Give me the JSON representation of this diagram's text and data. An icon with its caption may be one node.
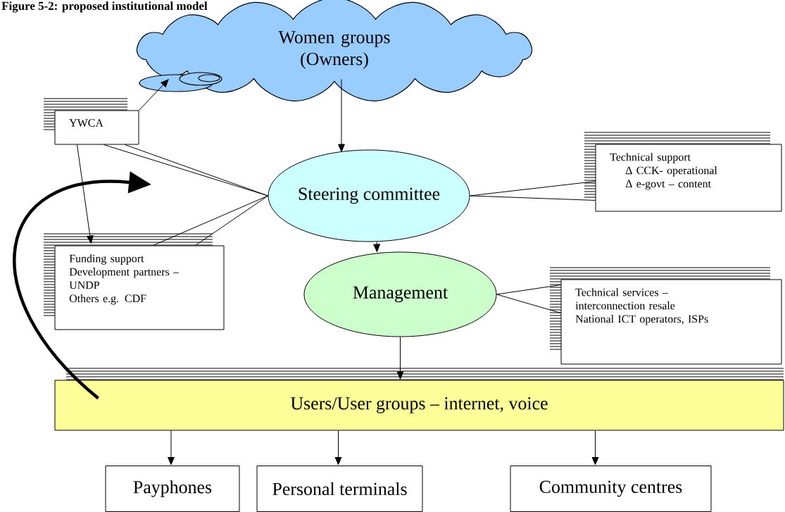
{
  "diagram": {
    "title": "Figure 5-2:  proposed institutional model",
    "nodes": [
      {
        "text": [
          "Women groups (Owners)"
        ]
      },
      {
        "text": [
          "YWCA"
        ]
      },
      {
        "text": [
          "Steering committee"
        ]
      },
      {
        "text": [
          "Technical support",
          "Δ  CCK- operational",
          "Δ  e-govt – content"
        ]
      },
      {
        "text": [
          "Funding support",
          "Development partners – UNDP",
          "Others e.g. CDF"
        ]
      },
      {
        "text": [
          "Management"
        ]
      },
      {
        "text": [
          "Technical services – interconnection resale",
          "National ICT operators, ISPs"
        ]
      },
      {
        "text": [
          "Users/User groups – internet, voice"
        ]
      },
      {
        "text": [
          "Payphones"
        ]
      },
      {
        "text": [
          "Personal terminals"
        ]
      },
      {
        "text": [
          "Community centres"
        ]
      }
    ],
    "edges": [
      {
        "from": 1,
        "to": 0,
        "arrow": "to"
      },
      {
        "from": 0,
        "to": 2,
        "arrow": "to"
      },
      {
        "from": 1,
        "to": 2,
        "arrow": "none"
      },
      {
        "from": 1,
        "to": 4,
        "arrow": "to"
      },
      {
        "from": 3,
        "to": 2,
        "arrow": "none"
      },
      {
        "from": 4,
        "to": 2,
        "arrow": "none"
      },
      {
        "from": 2,
        "to": 5,
        "arrow": "to"
      },
      {
        "from": 6,
        "to": 5,
        "arrow": "none"
      },
      {
        "from": 5,
        "to": 7,
        "arrow": "to"
      },
      {
        "from": 7,
        "to": 8,
        "arrow": "to"
      },
      {
        "from": 7,
        "to": 9,
        "arrow": "to"
      },
      {
        "from": 7,
        "to": 10,
        "arrow": "to"
      },
      {
        "from": 7,
        "to": null,
        "arrow": "to",
        "style": "thick"
      }
    ]
  }
}
